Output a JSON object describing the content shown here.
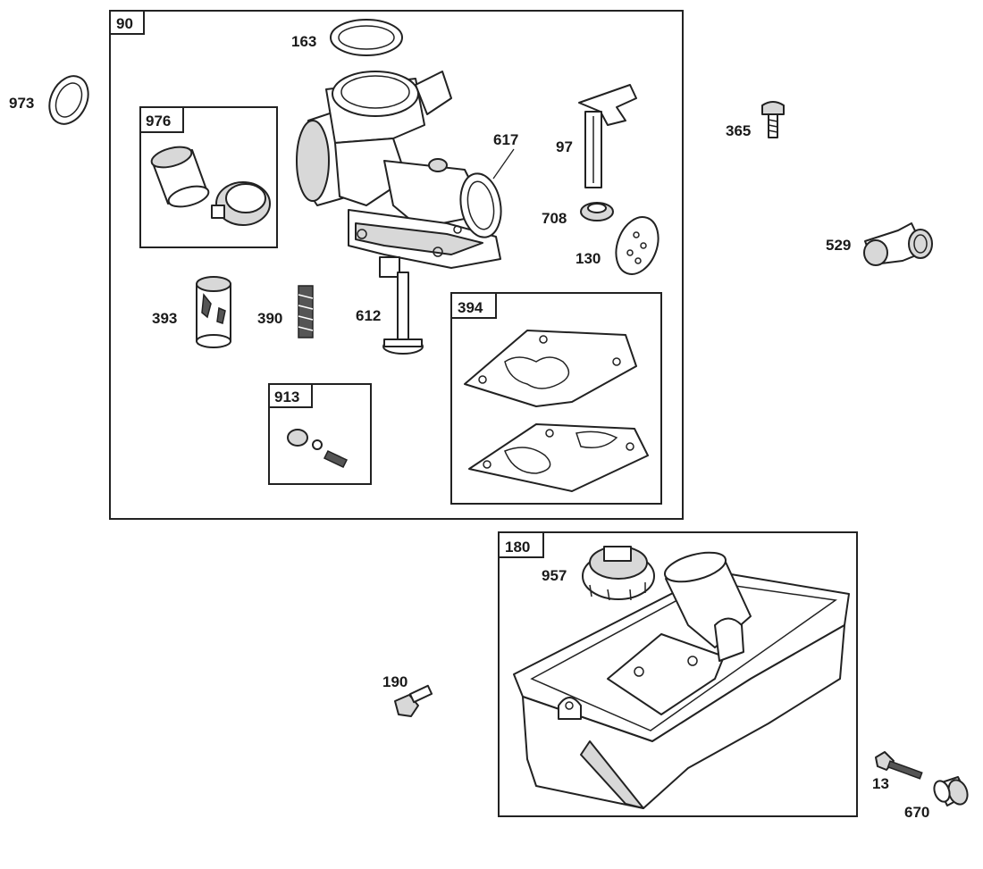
{
  "boxes": {
    "b90": "90",
    "b976": "976",
    "b394": "394",
    "b913": "913",
    "b180": "180"
  },
  "parts": {
    "p163": "163",
    "p973": "973",
    "p617": "617",
    "p97": "97",
    "p365": "365",
    "p708": "708",
    "p130": "130",
    "p529": "529",
    "p393": "393",
    "p390": "390",
    "p612": "612",
    "p957": "957",
    "p190": "190",
    "p13": "13",
    "p670": "670"
  },
  "colors": {
    "ink": "#222222",
    "paper": "#ffffff",
    "shade": "#d8d8d8"
  }
}
